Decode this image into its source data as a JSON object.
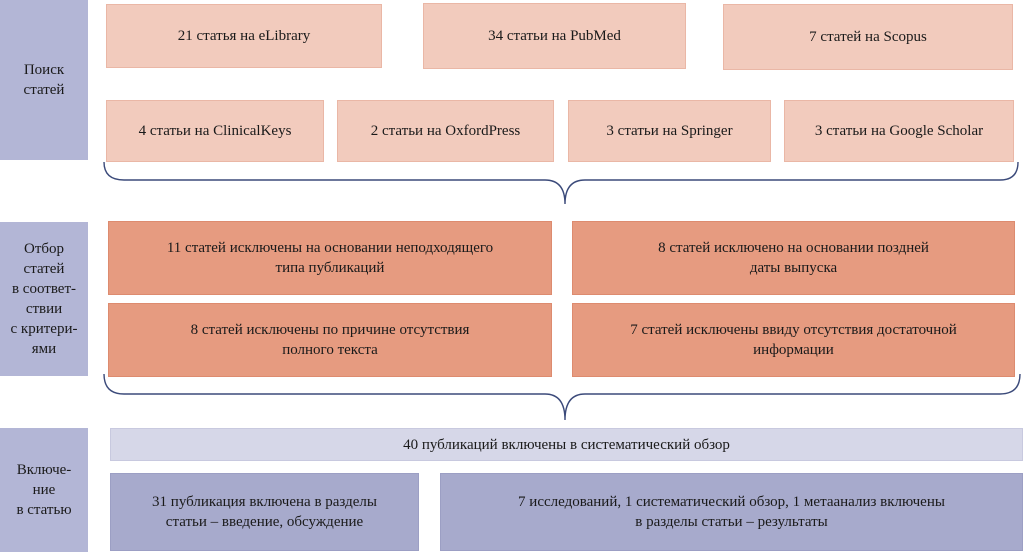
{
  "stages": {
    "search": "Поиск\nстатей",
    "selection": "Отбор\nстатей\nв соответ-\nствии\nс критери-\nями",
    "inclusion": "Включе-\nние\nв статью"
  },
  "search_results": [
    "21 статья на eLibrary",
    "34 статьи на PubMed",
    "7 статей на Scopus",
    "4 статьи на ClinicalKeys",
    "2 статьи на OxfordPress",
    "3 статьи на Springer",
    "3 статьи на Google Scholar"
  ],
  "exclusions": [
    "11 статей исключены на основании неподходящего\nтипа публикаций",
    "8 статей исключено на основании поздней\nдаты выпуска",
    "8 статей исключены по причине отсутствия\nполного текста",
    "7 статей исключены ввиду отсутствия достаточной\nинформации"
  ],
  "included": {
    "total": "40 публикаций включены в систематический обзор",
    "intro_discussion": "31 публикация включена в разделы\nстатьи – введение, обсуждение",
    "results": "7 исследований, 1 систематический обзор, 1 метаанализ включены\nв разделы статьи – результаты"
  },
  "colors": {
    "stage": "#b3b6d6",
    "search_box": "#f2cbbd",
    "exclusion_box": "#e69b80",
    "total_box": "#d6d7e8",
    "included_box": "#a7aacc",
    "brace": "#3b4a7a"
  }
}
